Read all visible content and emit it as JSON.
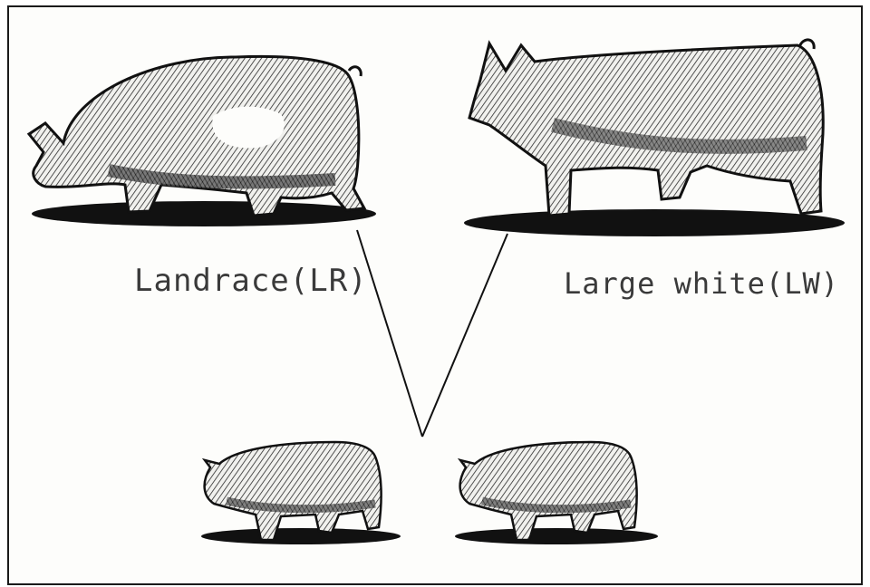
{
  "parents": [
    {
      "id": "landrace",
      "label": "Landrace(LR)"
    },
    {
      "id": "large-white",
      "label": "Large white(LW)"
    }
  ],
  "offspring": [
    {
      "id": "offspring-1"
    },
    {
      "id": "offspring-2"
    }
  ],
  "colors": {
    "ink": "#1a1a1a",
    "paper": "#fdfdfb",
    "label": "#3a3a3a"
  }
}
